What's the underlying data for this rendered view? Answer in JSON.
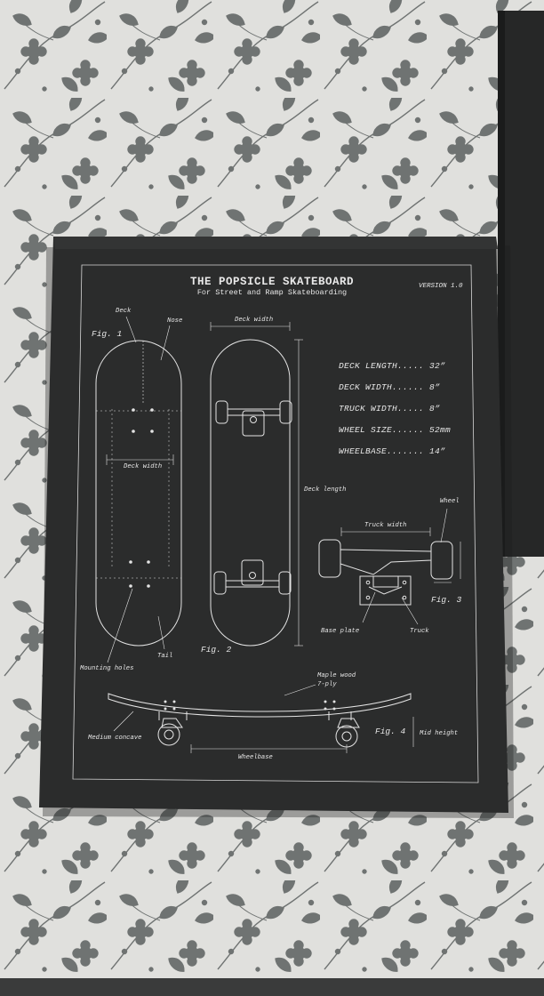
{
  "poster": {
    "title": "THE POPSICLE SKATEBOARD",
    "subtitle": "For Street and Ramp Skateboarding",
    "version": "VERSION 1.0"
  },
  "specs": [
    "DECK LENGTH..... 32”",
    "DECK WIDTH...... 8”",
    "TRUCK WIDTH..... 8”",
    "WHEEL SIZE...... 52mm",
    "WHEELBASE....... 14”"
  ],
  "figures": {
    "fig1": "Fig. 1",
    "fig2": "Fig. 2",
    "fig3": "Fig. 3",
    "fig4": "Fig. 4"
  },
  "labels": {
    "deck": "Deck",
    "nose": "Nose",
    "deck_width_top": "Deck width",
    "deck_width_side": "Deck width",
    "deck_length": "Deck length",
    "wheel": "Wheel",
    "truck_width": "Truck width",
    "base_plate": "Base plate",
    "truck": "Truck",
    "mounting_holes": "Mounting holes",
    "tail": "Tail",
    "maple_wood_1": "Maple wood",
    "maple_wood_2": "7-ply",
    "medium_concave": "Medium concave",
    "mid_height": "Mid height",
    "wheelbase": "Wheelbase"
  },
  "colors": {
    "fabric": "#d9d9d6",
    "floral": "#5a5d5c",
    "board": "#2b2c2c",
    "line": "#e6e6e6"
  }
}
